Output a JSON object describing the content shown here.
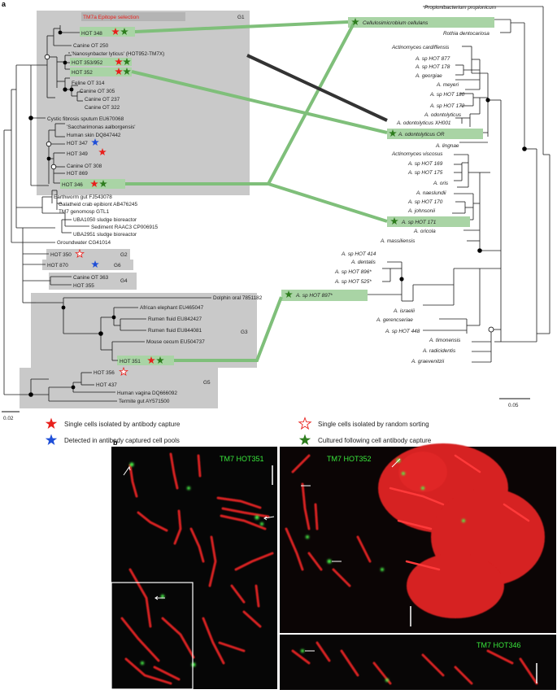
{
  "panel_a": "a",
  "panel_b": "b",
  "left_tree": {
    "selection_label": "TM7a Epitope selection",
    "group_labels": {
      "g1": "G1",
      "g2": "G2",
      "g3": "G3",
      "g4": "G4",
      "g5": "G5",
      "g6": "G6"
    },
    "leaves": {
      "hot348": "HOT 348",
      "canine250": "Canine OT 250",
      "nanosynbacter": "'Nanosynbacter lyticus' (HOT952-TM7X)",
      "hot353": "HOT 353/952",
      "hot352": "HOT 352",
      "feline314": "Feline OT 314",
      "canine305": "Canine OT 305",
      "canine237": "Canine OT 237",
      "canine322": "Canine OT 322",
      "cystic": "Cystic fibrosis sputum EU670068",
      "saccharimonas": "'Saccharimonas aalborgensis'",
      "humanskin": "Human skin DQ847442",
      "hot347": "HOT 347",
      "hot349": "HOT 349",
      "canine308": "Canine OT 308",
      "hot869": "HOT 869",
      "hot346": "HOT 346",
      "earthworm": "Earthworm gut FJ543078",
      "galatheid": "Galatheid crab epibiont AB476245",
      "gtl1": "TM7 genomosp GTL1",
      "uba1050": "UBA1050 sludge bioreactor",
      "sediment": "Sediment RAAC3 CP006915",
      "uba2951": "UBA2951 sludge bioreactor",
      "groundwater": "Groundwater CG41014",
      "hot350": "HOT 350",
      "hot870": "HOT 870",
      "canine363": "Canine OT 363",
      "hot355": "HOT 355",
      "dolphin": "Dolphin oral 7851182",
      "elephant": "African elephant EU465047",
      "rumen1": "Rumen fluid EU842427",
      "rumen2": "Rumen fluid EU844081",
      "mouse": "Mouse cecum EU504737",
      "hot351": "HOT 351",
      "hot356": "HOT 356",
      "hot437": "HOT 437",
      "vagina": "Human vagina DQ666092",
      "termite": "Termite gut AY571500"
    },
    "scale": "0.02"
  },
  "right_tree": {
    "leaves": {
      "propioni": "Propionibacterium propionicum",
      "cellulosi": "Cellulosimicrobium cellulans",
      "rothia": "Rothia dentocariosa",
      "cardiff": "Actinomyces cardiffensis",
      "hot877": "A. sp HOT 877",
      "hot178": "A. sp HOT 178",
      "georgiae": "A. georgiae",
      "meyeri": "A. meyeri",
      "hot180": "A. sp HOT 180",
      "hot172": "A. sp HOT 172",
      "odonto": "A. odontolyticus",
      "odontoxh": "A. odontolyticus XH001",
      "odontoor": "A. odontolyticus OR",
      "lingnae": "A. lingnae",
      "viscosus": "Actinomyces viscosus",
      "hot169": "A. sp HOT 169",
      "hot175": "A. sp HOT 175",
      "oris": "A. oris",
      "naeslundii": "A. naeslundii",
      "hot170": "A. sp HOT 170",
      "johnsonii": "A. johnsonii",
      "hot171": "A. sp HOT 171",
      "oricola": "A. oricola",
      "massiliensis": "A. massiliensis",
      "hot414": "A. sp HOT 414",
      "dentalis": "A. dentalis",
      "hot896": "A. sp HOT 896*",
      "hot525": "A. sp HOT 525*",
      "hot897": "A. sp HOT 897*",
      "israelii": "A. israelii",
      "gerencseriae": "A. gerencseriae",
      "hot448": "A. sp HOT 448",
      "timonensis": "A. timonensis",
      "radicidentis": "A. radicidentis",
      "graevenitzii": "A. graevenitzii"
    },
    "scale": "0.05"
  },
  "legend": {
    "red": "Single cells isolated by antibody capture",
    "blue": "Detected in antibody captured cell pools",
    "open": "Single cells isolated by random sorting",
    "green": "Cultured following cell antibody capture"
  },
  "micrographs": {
    "m1": "TM7 HOT351",
    "m2": "TM7 HOT352",
    "m3": "TM7 HOT346"
  },
  "colors": {
    "group_box": "#c9c9c9",
    "highlight": "#a9d4a5",
    "connector": "#7fbf7a",
    "red_star": "#e8201c",
    "blue_star": "#1f4fd8",
    "green_star": "#2e7d1e",
    "selection_text": "#e8201c",
    "micro_label": "#39e83c"
  }
}
